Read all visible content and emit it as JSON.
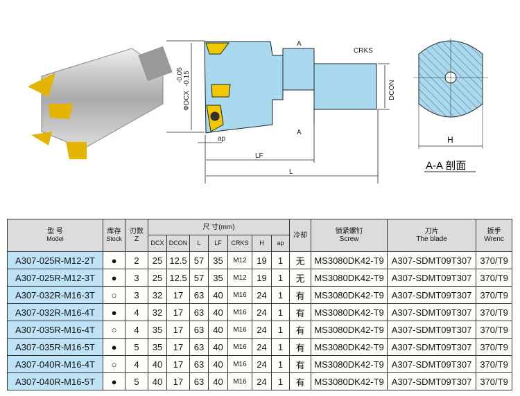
{
  "diagram": {
    "dcx_label": "ΦDCX",
    "tol_upper": "-0.05",
    "tol_lower": "-0.15",
    "section_marker": "A",
    "crks": "CRKS",
    "dcon": "DCON",
    "ap": "ap",
    "lf": "LF",
    "l": "L",
    "h": "H",
    "section_title": "A-A 剖面"
  },
  "table": {
    "headers": {
      "model_cn": "型 号",
      "model_en": "Model",
      "stock_cn": "库存",
      "stock_en": "Stock",
      "z_cn": "刃数",
      "z_en": "Z",
      "dims_cn": "尺 寸(mm)",
      "dcx": "DCX",
      "dcon": "DCON",
      "l": "L",
      "lf": "LF",
      "crks": "CRKS",
      "h": "H",
      "ap": "ap",
      "cooling": "冷却",
      "screw_cn": "锁紧螺钉",
      "screw_en": "Screw",
      "blade_cn": "刀片",
      "blade_en": "The blade",
      "wrench_cn": "扳手",
      "wrench_en": "Wrenc"
    },
    "rows": [
      {
        "model": "A307-025R-M12-2T",
        "stock": "●",
        "z": "2",
        "dcx": "25",
        "dcon": "12.5",
        "l": "57",
        "lf": "35",
        "crks": "M12",
        "h": "19",
        "ap": "1",
        "cooling": "无",
        "screw": "MS3080DK42-T9",
        "blade": "A307-SDMT09T307",
        "wrench": "370/T9"
      },
      {
        "model": "A307-025R-M12-3T",
        "stock": "●",
        "z": "3",
        "dcx": "25",
        "dcon": "12.5",
        "l": "57",
        "lf": "35",
        "crks": "M12",
        "h": "19",
        "ap": "1",
        "cooling": "无",
        "screw": "MS3080DK42-T9",
        "blade": "A307-SDMT09T307",
        "wrench": "370/T9"
      },
      {
        "model": "A307-032R-M16-3T",
        "stock": "○",
        "z": "3",
        "dcx": "32",
        "dcon": "17",
        "l": "63",
        "lf": "40",
        "crks": "M16",
        "h": "24",
        "ap": "1",
        "cooling": "有",
        "screw": "MS3080DK42-T9",
        "blade": "A307-SDMT09T307",
        "wrench": "370/T9"
      },
      {
        "model": "A307-032R-M16-4T",
        "stock": "●",
        "z": "4",
        "dcx": "32",
        "dcon": "17",
        "l": "63",
        "lf": "40",
        "crks": "M16",
        "h": "24",
        "ap": "1",
        "cooling": "有",
        "screw": "MS3080DK42-T9",
        "blade": "A307-SDMT09T307",
        "wrench": "370/T9"
      },
      {
        "model": "A307-035R-M16-4T",
        "stock": "○",
        "z": "4",
        "dcx": "35",
        "dcon": "17",
        "l": "63",
        "lf": "40",
        "crks": "M16",
        "h": "24",
        "ap": "1",
        "cooling": "有",
        "screw": "MS3080DK42-T9",
        "blade": "A307-SDMT09T307",
        "wrench": "370/T9"
      },
      {
        "model": "A307-035R-M16-5T",
        "stock": "●",
        "z": "5",
        "dcx": "35",
        "dcon": "17",
        "l": "63",
        "lf": "40",
        "crks": "M16",
        "h": "24",
        "ap": "1",
        "cooling": "有",
        "screw": "MS3080DK42-T9",
        "blade": "A307-SDMT09T307",
        "wrench": "370/T9"
      },
      {
        "model": "A307-040R-M16-4T",
        "stock": "○",
        "z": "4",
        "dcx": "40",
        "dcon": "17",
        "l": "63",
        "lf": "40",
        "crks": "M16",
        "h": "24",
        "ap": "1",
        "cooling": "有",
        "screw": "MS3080DK42-T9",
        "blade": "A307-SDMT09T307",
        "wrench": "370/T9"
      },
      {
        "model": "A307-040R-M16-5T",
        "stock": "●",
        "z": "5",
        "dcx": "40",
        "dcon": "17",
        "l": "63",
        "lf": "40",
        "crks": "M16",
        "h": "24",
        "ap": "1",
        "cooling": "有",
        "screw": "MS3080DK42-T9",
        "blade": "A307-SDMT09T307",
        "wrench": "370/T9"
      }
    ]
  }
}
